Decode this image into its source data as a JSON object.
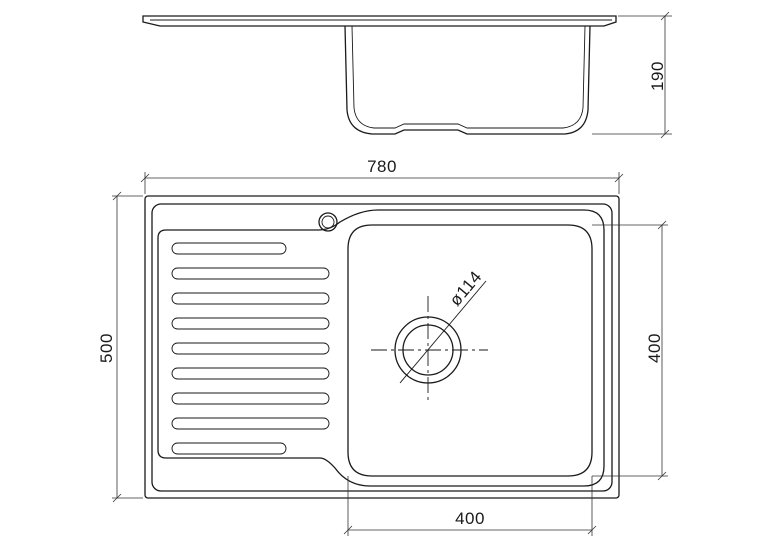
{
  "dimensions": {
    "overall_width": "780",
    "overall_depth": "500",
    "bowl_height": "190",
    "bowl_width": "400",
    "bowl_length": "400",
    "drain_diameter": "ø114"
  },
  "drainer_ribs": 9,
  "colors": {
    "line": "#1a1a1a",
    "background": "#ffffff"
  }
}
